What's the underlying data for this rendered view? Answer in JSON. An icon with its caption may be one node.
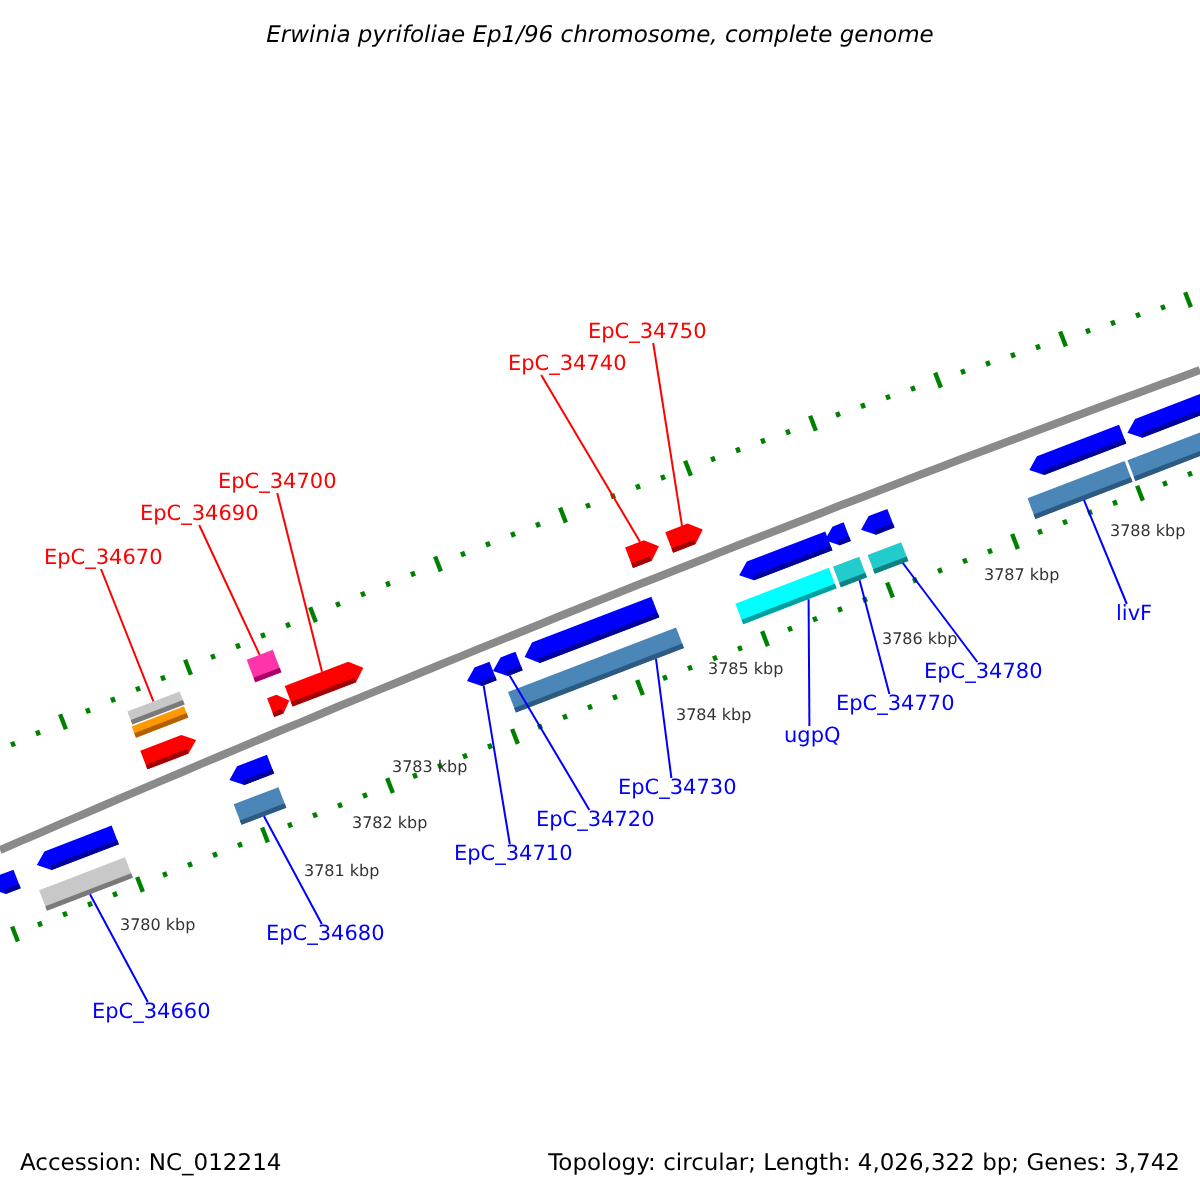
{
  "diagram": {
    "title": "Erwinia pyrifoliae Ep1/96 chromosome, complete genome",
    "nodes": [
      {
        "text": [
          "EpC_34750"
        ]
      },
      {
        "text": [
          "EpC_34740"
        ]
      },
      {
        "text": [
          "EpC_34700"
        ]
      },
      {
        "text": [
          "EpC_34690"
        ]
      },
      {
        "text": [
          "EpC_34670"
        ]
      },
      {
        "text": [
          "livF"
        ]
      },
      {
        "text": [
          "EpC_34780"
        ]
      },
      {
        "text": [
          "EpC_34770"
        ]
      },
      {
        "text": [
          "ugpQ"
        ]
      },
      {
        "text": [
          "EpC_34730"
        ]
      },
      {
        "text": [
          "EpC_34720"
        ]
      },
      {
        "text": [
          "EpC_34710"
        ]
      },
      {
        "text": [
          "EpC_34680"
        ]
      },
      {
        "text": [
          "EpC_34660"
        ]
      },
      {
        "text": [],
        "shape": "pentagon"
      },
      {
        "text": [],
        "shape": "pentagon"
      },
      {
        "text": [],
        "shape": "bar"
      },
      {
        "text": [],
        "shape": "bar"
      },
      {
        "text": [],
        "shape": "bar"
      },
      {
        "text": [],
        "shape": "pentagon"
      },
      {
        "text": [],
        "shape": "pentagon"
      },
      {
        "text": [],
        "shape": "bar"
      },
      {
        "text": [],
        "shape": "bar"
      },
      {
        "text": [],
        "shape": "pentagon"
      },
      {
        "text": [],
        "shape": "pentagon"
      },
      {
        "text": [],
        "shape": "pentagon"
      },
      {
        "text": [],
        "shape": "pentagon"
      },
      {
        "text": [],
        "shape": "pentagon"
      },
      {
        "text": [],
        "shape": "bar"
      },
      {
        "text": [],
        "shape": "pentagon"
      },
      {
        "text": [],
        "shape": "pentagon"
      },
      {
        "text": [],
        "shape": "pentagon"
      },
      {
        "text": [],
        "shape": "bar"
      },
      {
        "text": [],
        "shape": "pentagon"
      },
      {
        "text": [],
        "shape": "bar"
      },
      {
        "text": [],
        "shape": "pentagon"
      },
      {
        "text": [],
        "shape": "bar"
      },
      {
        "text": [],
        "shape": "pentagon"
      },
      {
        "text": [],
        "shape": "bar"
      },
      {
        "text": [],
        "shape": "pentagon"
      },
      {
        "text": [],
        "shape": "bar"
      }
    ],
    "edges": [
      {
        "from": 0,
        "to": 30,
        "arrow": "none",
        "color": "#ff0000"
      },
      {
        "from": 1,
        "to": 29,
        "arrow": "none",
        "color": "#ff0000"
      },
      {
        "from": 2,
        "to": 24,
        "arrow": "none",
        "color": "#ff0000"
      },
      {
        "from": 3,
        "to": 22,
        "arrow": "none",
        "color": "#ff0000"
      },
      {
        "from": 4,
        "to": 17,
        "arrow": "none",
        "color": "#ff0000"
      },
      {
        "from": 5,
        "to": 38,
        "arrow": "none"
      },
      {
        "from": 6,
        "to": 36,
        "arrow": "none"
      },
      {
        "from": 7,
        "to": 34,
        "arrow": "none"
      },
      {
        "from": 8,
        "to": 32,
        "arrow": "none"
      },
      {
        "from": 9,
        "to": 28,
        "arrow": "none"
      },
      {
        "from": 10,
        "to": 26,
        "arrow": "none"
      },
      {
        "from": 11,
        "to": 25,
        "arrow": "none"
      },
      {
        "from": 12,
        "to": 21,
        "arrow": "none"
      },
      {
        "from": 13,
        "to": 16,
        "arrow": "none"
      }
    ],
    "labels": [
      "3788 kbp",
      "3787 kbp",
      "3786 kbp",
      "3785 kbp",
      "3784 kbp",
      "3783 kbp",
      "3782 kbp",
      "3781 kbp",
      "3780 kbp",
      "Accession: NC_012214",
      "Topology: circular; Length: 4,026,322 bp; Genes: 3,742"
    ]
  }
}
